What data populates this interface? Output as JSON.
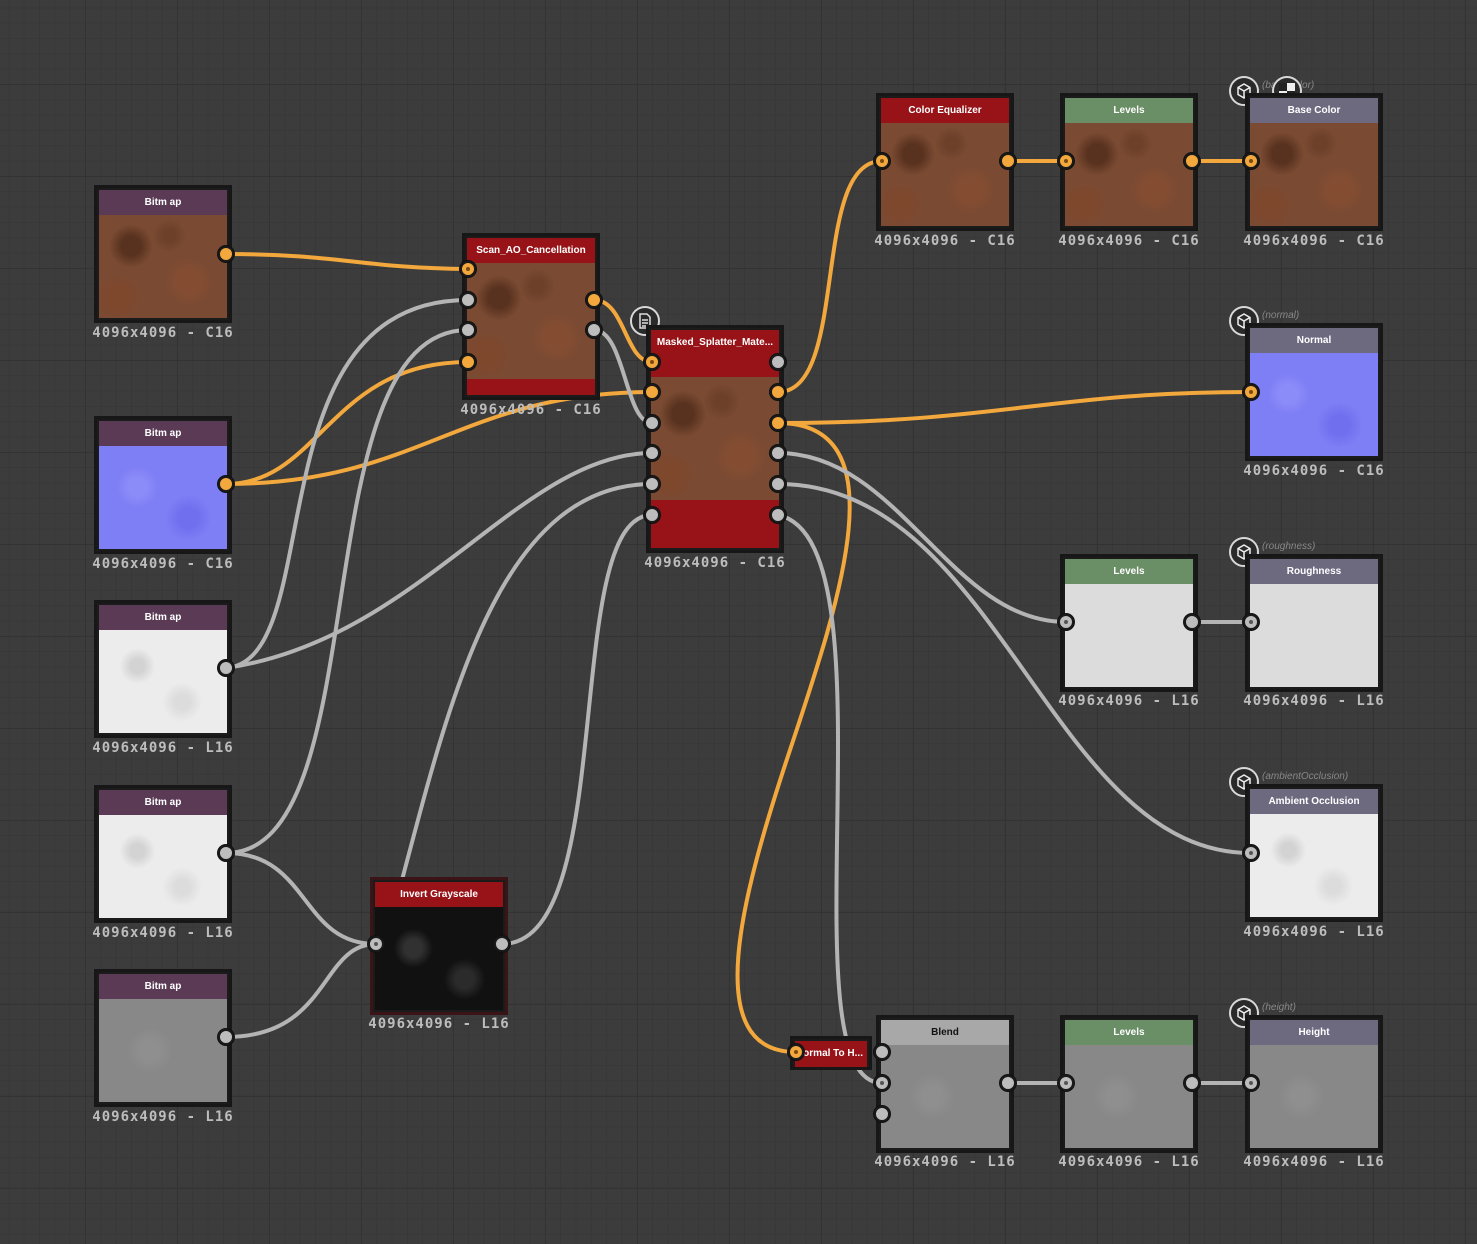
{
  "graph": {
    "nodes": {
      "bitmap1": {
        "title": "Bitm ap",
        "res": "4096x4096 - C16"
      },
      "bitmap2": {
        "title": "Bitm ap",
        "res": "4096x4096 - C16"
      },
      "bitmap3": {
        "title": "Bitm ap",
        "res": "4096x4096 - L16"
      },
      "bitmap4": {
        "title": "Bitm ap",
        "res": "4096x4096 - L16"
      },
      "bitmap5": {
        "title": "Bitm ap",
        "res": "4096x4096 - L16"
      },
      "scan_ao": {
        "title": "Scan_AO_Cancellation",
        "res": "4096x4096 - C16"
      },
      "masked": {
        "title": "Masked_Splatter_Mate...",
        "res": "4096x4096 - C16"
      },
      "invert": {
        "title": "Invert Grayscale",
        "res": "4096x4096 - L16"
      },
      "color_eq": {
        "title": "Color Equalizer",
        "res": "4096x4096 - C16"
      },
      "levels1": {
        "title": "Levels",
        "res": "4096x4096 - C16"
      },
      "base_color": {
        "title": "Base Color",
        "res": "4096x4096 - C16",
        "usage": "(baseColor)"
      },
      "normal": {
        "title": "Normal",
        "res": "4096x4096 - C16",
        "usage": "(normal)"
      },
      "levels2": {
        "title": "Levels",
        "res": "4096x4096 - L16"
      },
      "roughness": {
        "title": "Roughness",
        "res": "4096x4096 - L16",
        "usage": "(roughness)"
      },
      "ao": {
        "title": "Ambient Occlusion",
        "res": "4096x4096 - L16",
        "usage": "(ambientOcclusion)"
      },
      "normal_to_height": {
        "title": "ormal To H..."
      },
      "blend": {
        "title": "Blend",
        "res": "4096x4096 - L16"
      },
      "levels3": {
        "title": "Levels",
        "res": "4096x4096 - L16"
      },
      "height": {
        "title": "Height",
        "res": "4096x4096 - L16",
        "usage": "(height)"
      }
    }
  },
  "colors": {
    "canvas": "#3c3c3c",
    "wire_color": "#f2a83c",
    "wire_gray": "#b4b4b4",
    "bitmap_header": "#5a3a55",
    "filter_header": "#971318",
    "levels_header": "#6a8e65",
    "output_header": "#6d6a80"
  },
  "icons": [
    "output-cube-icon",
    "document-icon",
    "checker-icon"
  ]
}
